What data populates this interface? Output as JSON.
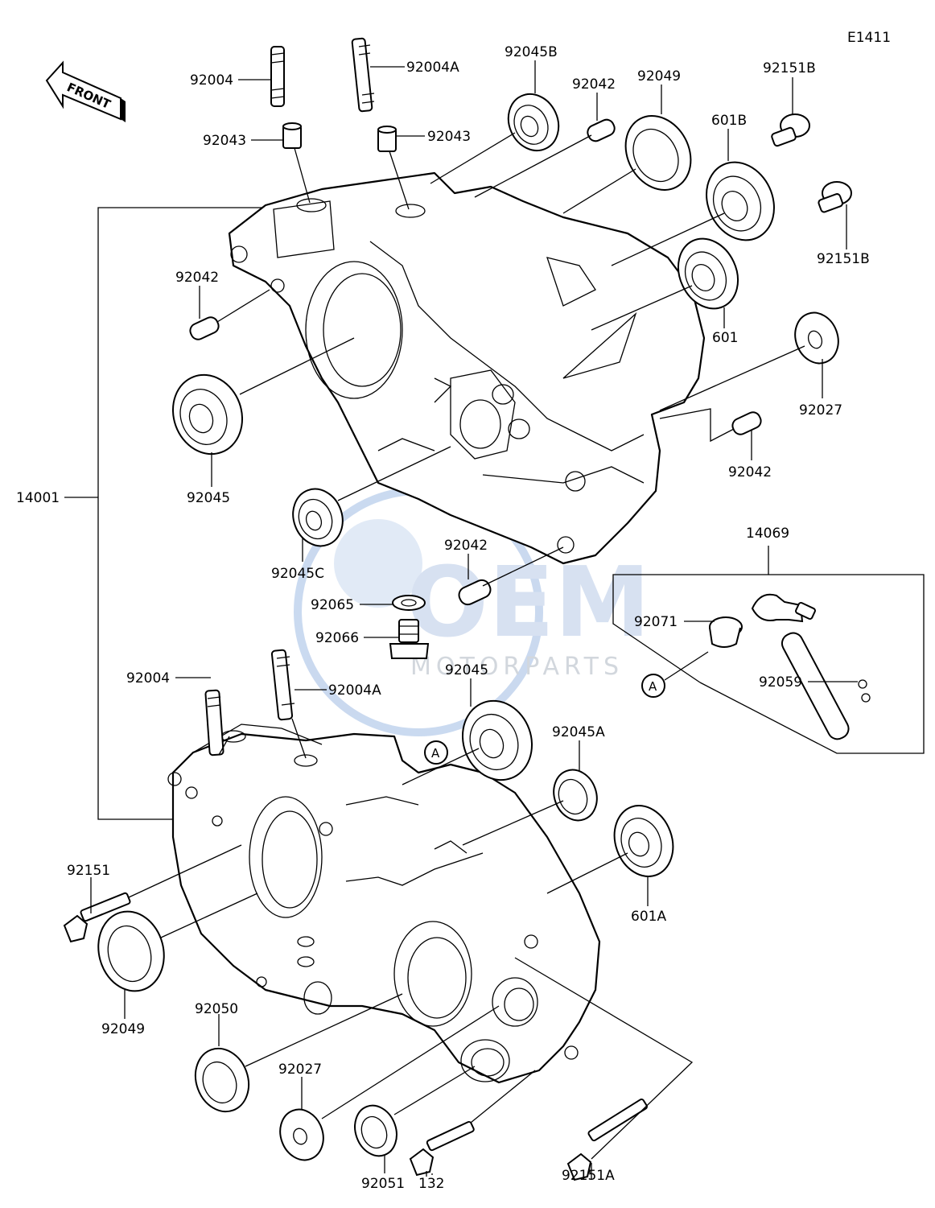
{
  "diagram_code": "E1411",
  "front_label": "FRONT",
  "watermark": {
    "brand": "OEM",
    "sub": "MOTORPARTS",
    "color": "#4a7fc7"
  },
  "callout_marker": "A",
  "labels": {
    "p92004_top": "92004",
    "p92004a_top": "92004A",
    "p92045b": "92045B",
    "p92042_top": "92042",
    "p92049_top": "92049",
    "p92151b_top": "92151B",
    "p92043_left": "92043",
    "p92043_right": "92043",
    "p601b": "601B",
    "p92151b_right": "92151B",
    "p92042_left": "92042",
    "p601": "601",
    "p92027_right": "92027",
    "p92045_left": "92045",
    "p92042_right": "92042",
    "p14001": "14001",
    "p14069": "14069",
    "p92045c": "92045C",
    "p92042_mid": "92042",
    "p92065": "92065",
    "p92066": "92066",
    "p92071": "92071",
    "p92059": "92059",
    "p92004_bottom": "92004",
    "p92004a_bottom": "92004A",
    "p92045_mid": "92045",
    "p92045a": "92045A",
    "p92151": "92151",
    "p601a": "601A",
    "p92049_bottom": "92049",
    "p92050": "92050",
    "p92027_bottom": "92027",
    "p92051": "92051",
    "p132": "132",
    "p92151a": "92151A"
  }
}
